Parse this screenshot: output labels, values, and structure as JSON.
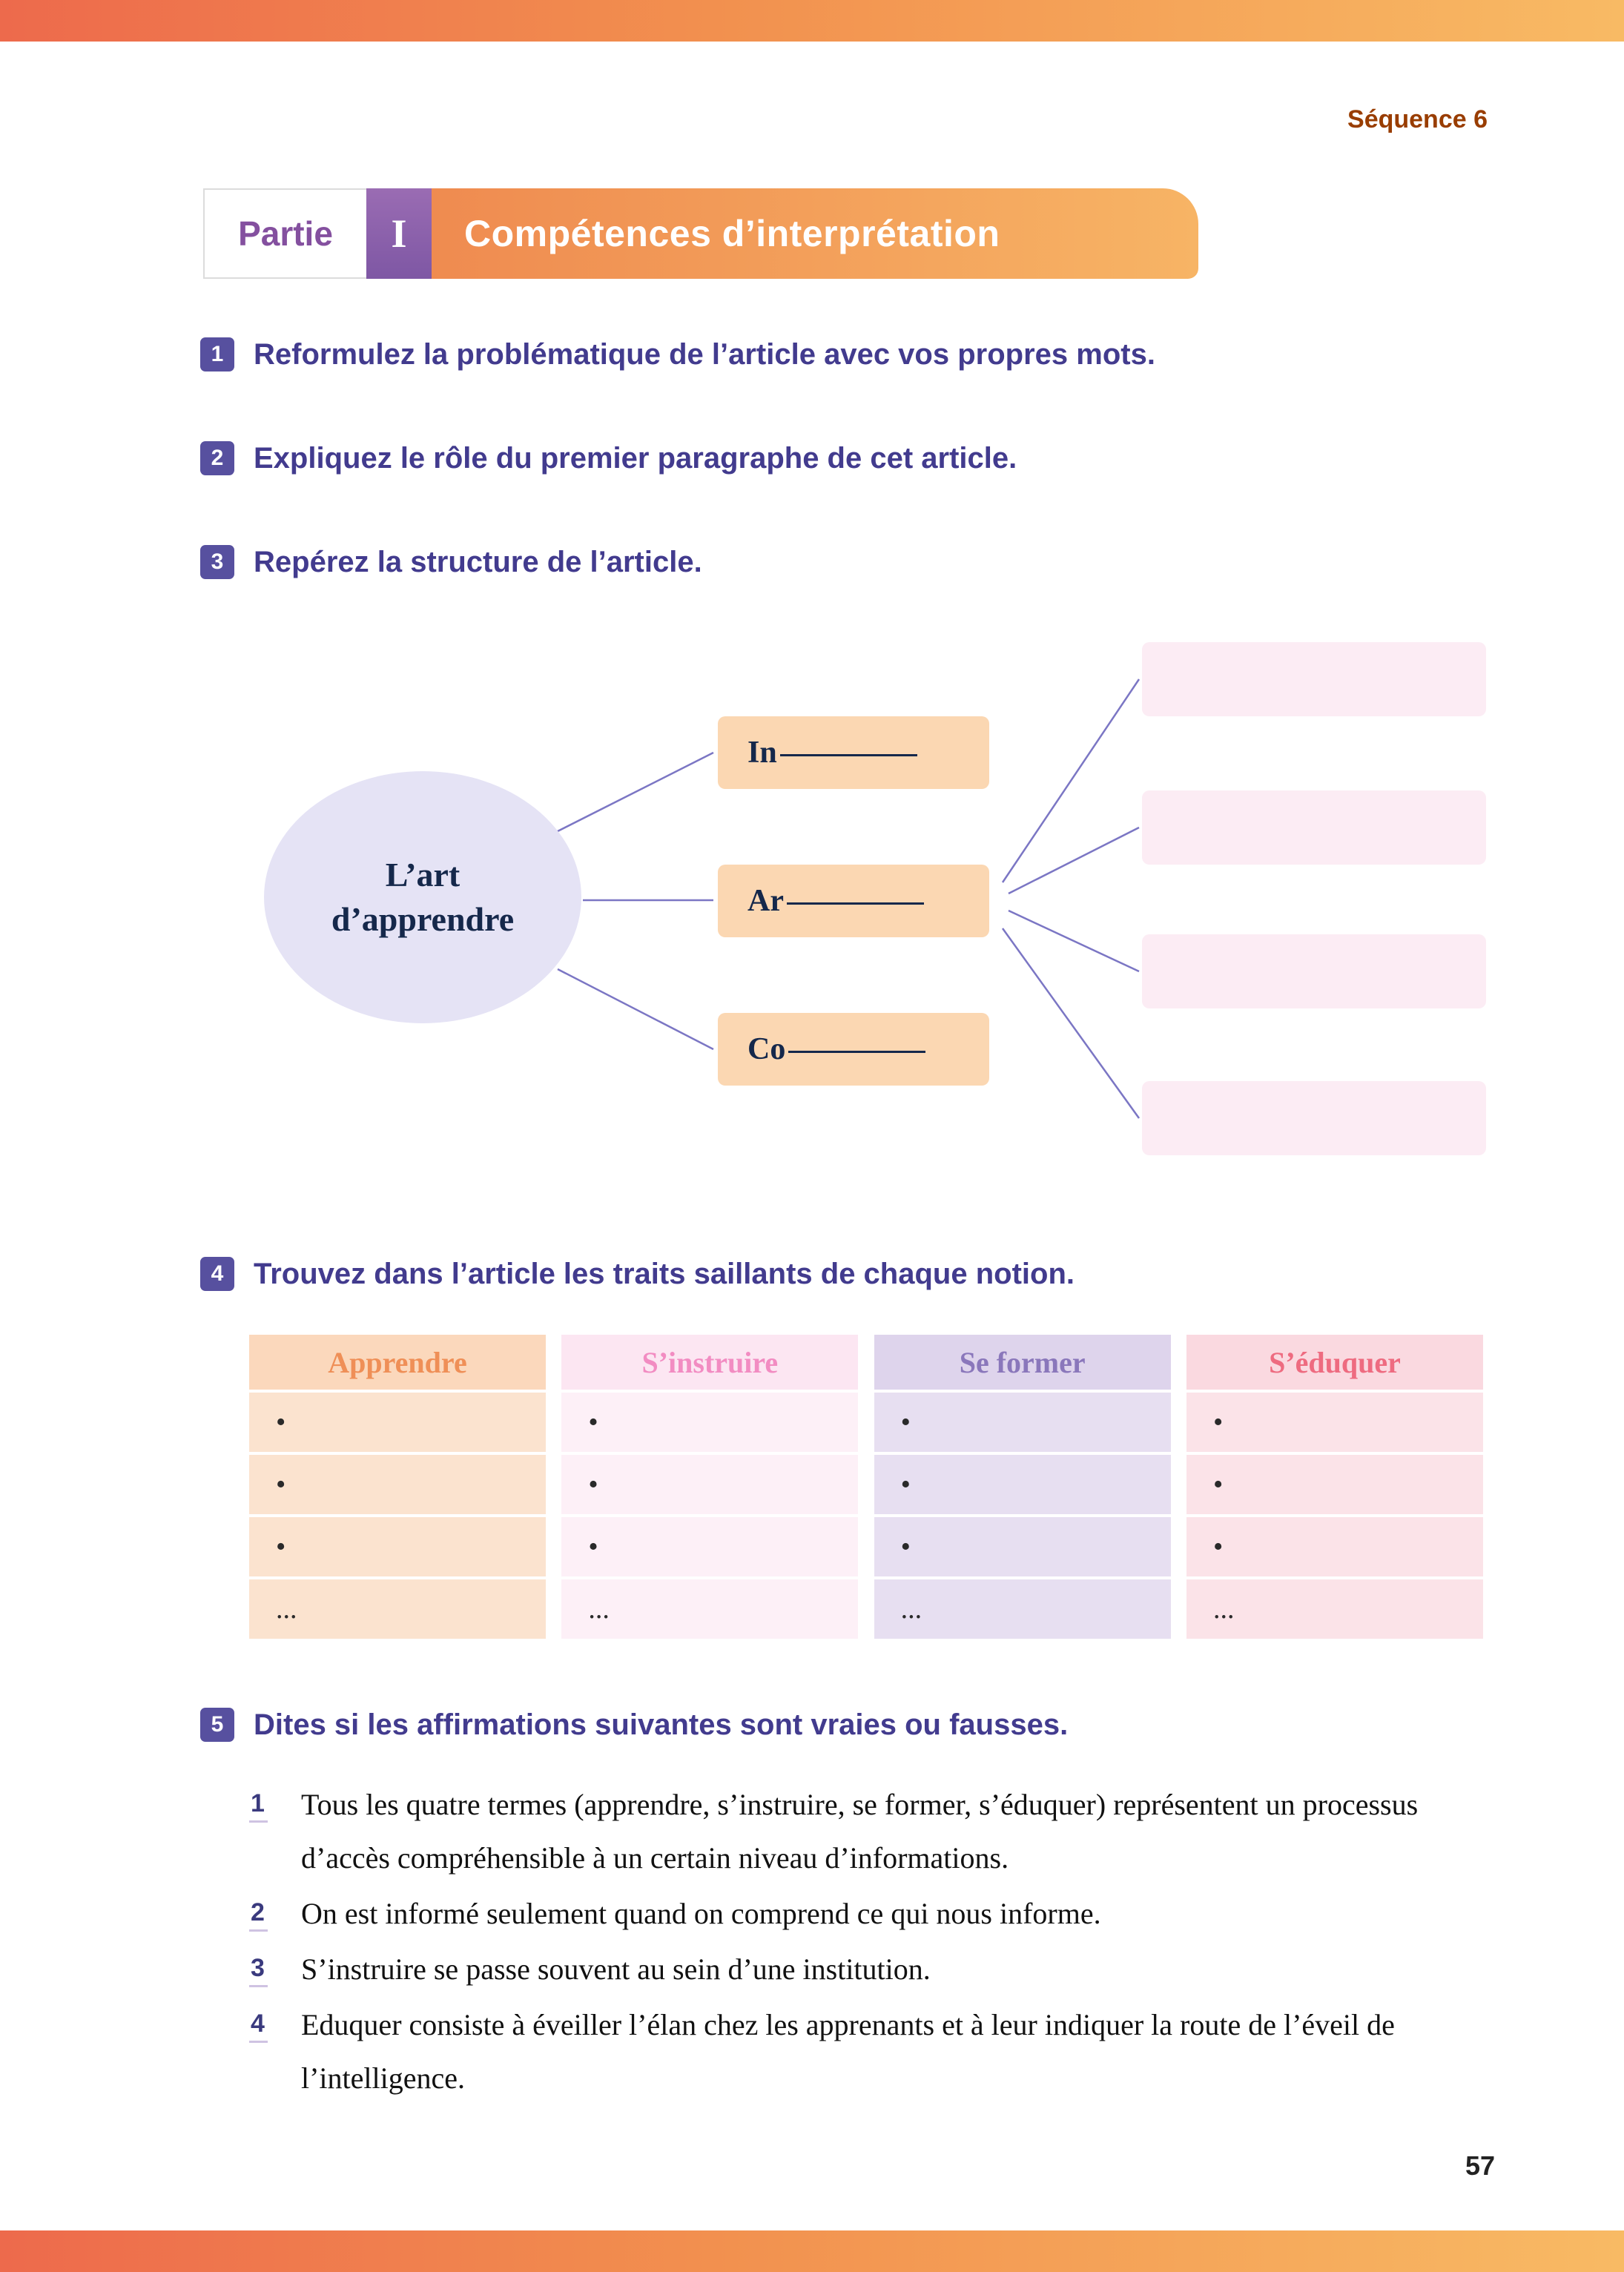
{
  "header": {
    "sequence": "Séquence 6"
  },
  "banner": {
    "partie": "Partie",
    "numeral": "I",
    "title": "Compétences d’interprétation"
  },
  "questions": [
    {
      "num": "1",
      "text": "Reformulez la problématique de l’article avec vos propres mots."
    },
    {
      "num": "2",
      "text": "Expliquez le rôle du premier paragraphe de cet article."
    },
    {
      "num": "3",
      "text": "Repérez la structure de l’article."
    },
    {
      "num": "4",
      "text": "Trouvez dans l’article les traits saillants de chaque notion."
    },
    {
      "num": "5",
      "text": "Dites si les affirmations suivantes sont vraies ou fausses."
    }
  ],
  "diagram": {
    "ellipse_line1": "L’art",
    "ellipse_line2": "d’apprendre",
    "boxes": [
      {
        "prefix": "In"
      },
      {
        "prefix": "Ar"
      },
      {
        "prefix": "Co"
      }
    ],
    "answer_boxes_count": 4
  },
  "table": {
    "columns": [
      {
        "header": "Apprendre",
        "items": [
          "•",
          "•",
          "•",
          "..."
        ]
      },
      {
        "header": "S’instruire",
        "items": [
          "•",
          "•",
          "•",
          "..."
        ]
      },
      {
        "header": "Se former",
        "items": [
          "•",
          "•",
          "•",
          "..."
        ]
      },
      {
        "header": "S’éduquer",
        "items": [
          "•",
          "•",
          "•",
          "..."
        ]
      }
    ]
  },
  "statements": [
    {
      "num": "1",
      "text": "Tous les quatre termes (apprendre, s’instruire, se former, s’éduquer) représentent un processus d’accès compréhensible à un certain niveau d’informations."
    },
    {
      "num": "2",
      "text": "On est informé seulement quand on comprend ce qui nous informe."
    },
    {
      "num": "3",
      "text": "S’instruire se passe souvent au sein d’une institution."
    },
    {
      "num": "4",
      "text": "Eduquer consiste à éveiller l’élan chez les apprenants et à leur indiquer la route de l’éveil de l’intelligence."
    }
  ],
  "page": {
    "number": "57"
  },
  "colors": {
    "accent_bar_start": "#ed6a4c",
    "accent_bar_end": "#f8ba64",
    "badge_purple": "#57509f",
    "question_text": "#423b8e",
    "banner_orange_start": "#ef8b50",
    "banner_orange_end": "#f7b465",
    "banner_numeral_purple": "#7e57a4",
    "partie_purple": "#84509f",
    "sequence_brown": "#993d00",
    "ellipse_fill": "#e5e3f5",
    "orange_box_fill": "#fbd7b2",
    "pink_box_fill": "#fcecf4",
    "col_apprendre_header": "#fbd8bc",
    "col_instruire_header": "#fce6f2",
    "col_former_header": "#ded4ec",
    "col_eduquer_header": "#fad9e0"
  }
}
